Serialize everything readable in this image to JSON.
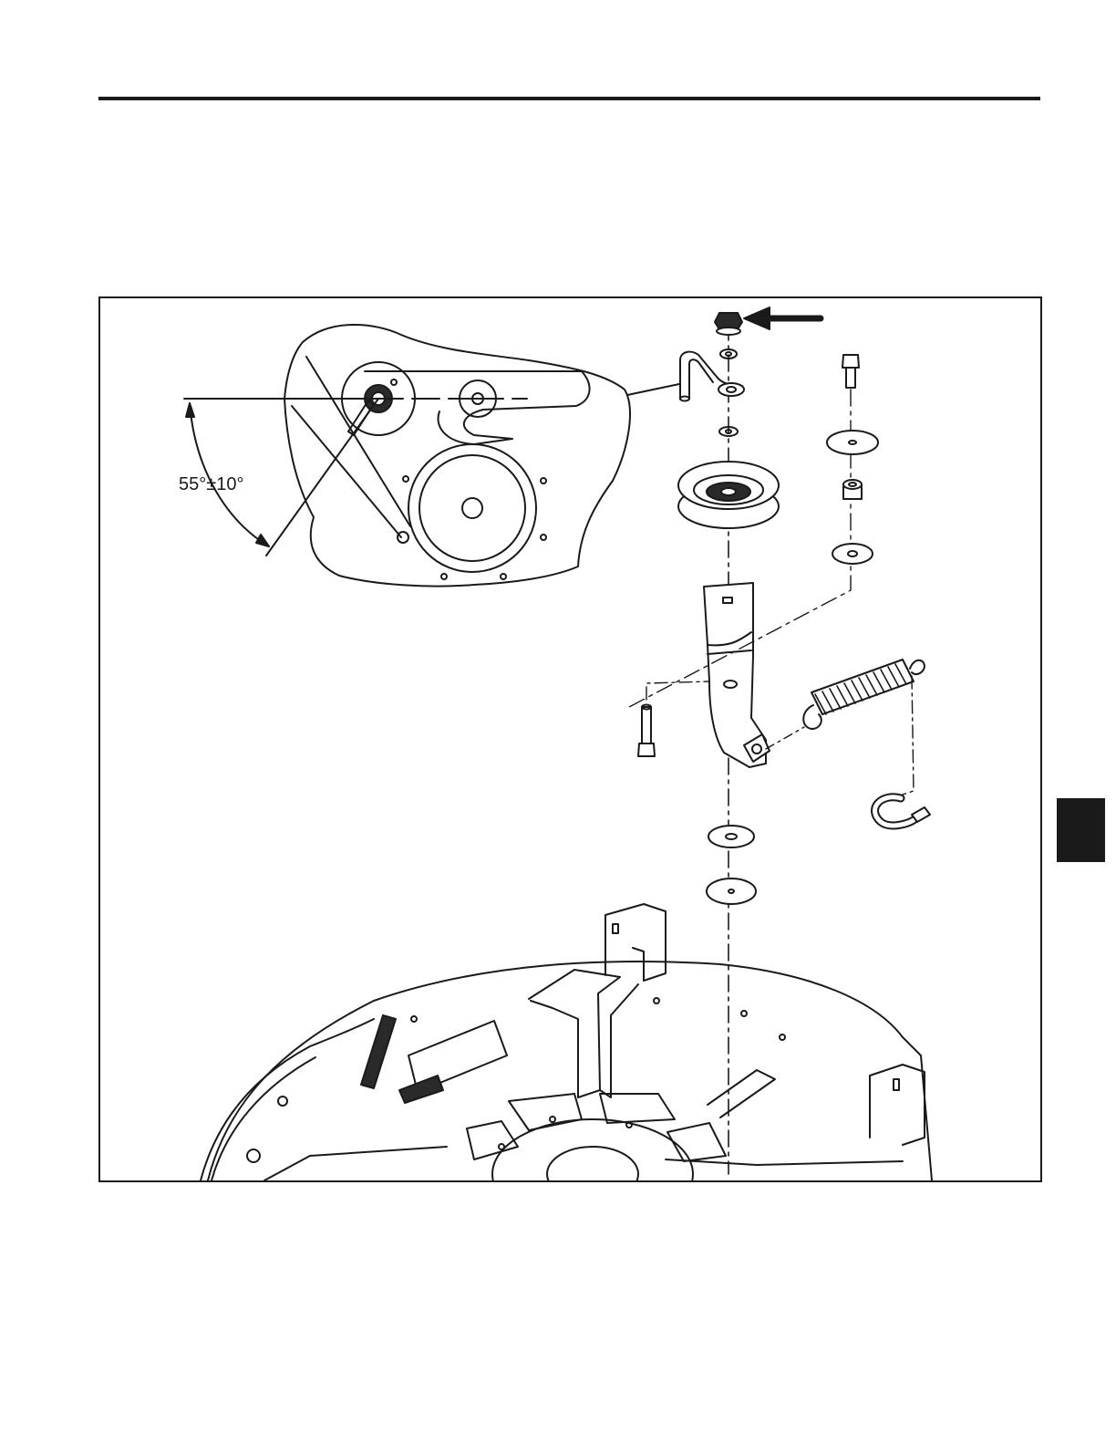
{
  "figure": {
    "angle_label": "55°±10°",
    "callout_arrow": "arrow-pointing-left-icon",
    "parts": [
      "flange-nut",
      "washer",
      "belt-guide",
      "idler-pulley",
      "idler-arm",
      "shoulder-bolt",
      "extension-spring",
      "spring-hook",
      "spacer",
      "mower-deck"
    ]
  },
  "page": {
    "side_tab_color": "#1a1a1a"
  }
}
